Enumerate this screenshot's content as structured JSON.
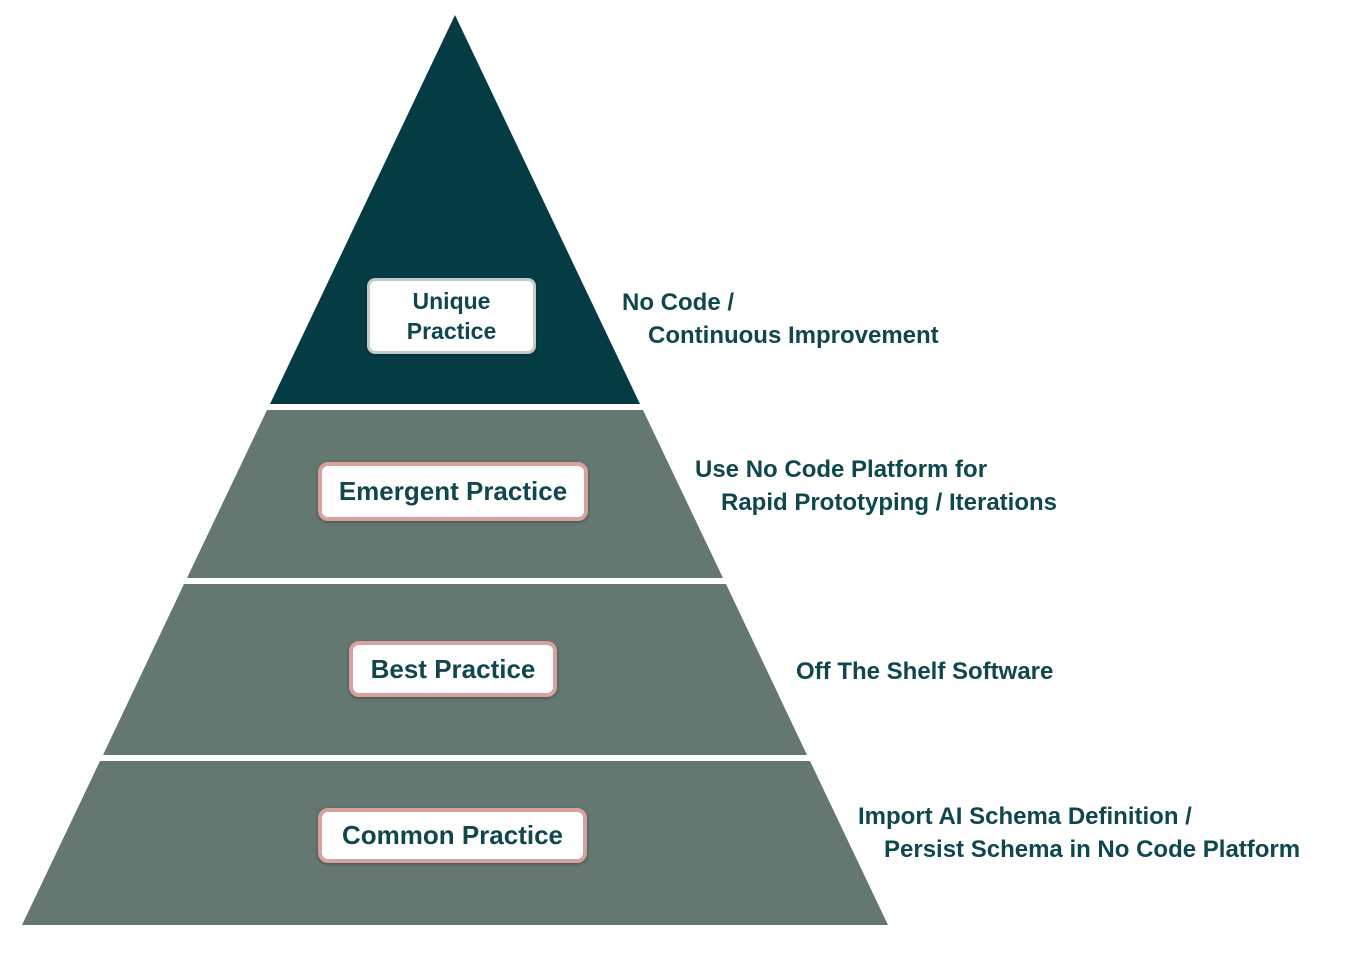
{
  "colors": {
    "tier_top": "#053c44",
    "tier_body": "#647771",
    "text": "#10474e",
    "box_background": "#ffffff",
    "box_border_pink": "#d9a19e",
    "box_border_gray": "#c0cac9"
  },
  "tiers": [
    {
      "name": "unique-practice",
      "box_label": "Unique Practice",
      "annotation_line1": "No Code /",
      "annotation_line2": "Continuous Improvement"
    },
    {
      "name": "emergent-practice",
      "box_label": "Emergent Practice",
      "annotation_line1": "Use No Code Platform for",
      "annotation_line2": "Rapid Prototyping / Iterations"
    },
    {
      "name": "best-practice",
      "box_label": "Best Practice",
      "annotation_line1": "Off The Shelf Software",
      "annotation_line2": ""
    },
    {
      "name": "common-practice",
      "box_label": "Common Practice",
      "annotation_line1": "Import AI Schema Definition /",
      "annotation_line2": "Persist Schema in No Code Platform"
    }
  ]
}
